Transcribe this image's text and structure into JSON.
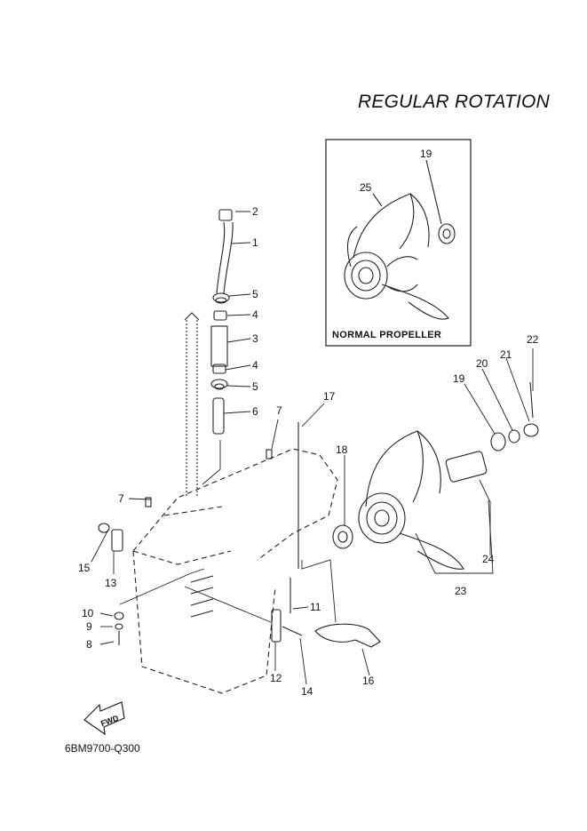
{
  "title": "REGULAR ROTATION",
  "inset": {
    "label": "NORMAL PROPELLER"
  },
  "diagram_code": "6BM9700-Q300",
  "fwd_label": "FWD",
  "callouts": [
    "1",
    "2",
    "3",
    "4",
    "4",
    "5",
    "5",
    "6",
    "7",
    "7",
    "8",
    "9",
    "10",
    "11",
    "12",
    "13",
    "14",
    "15",
    "16",
    "17",
    "18",
    "19",
    "19",
    "20",
    "21",
    "22",
    "23",
    "24",
    "25"
  ]
}
